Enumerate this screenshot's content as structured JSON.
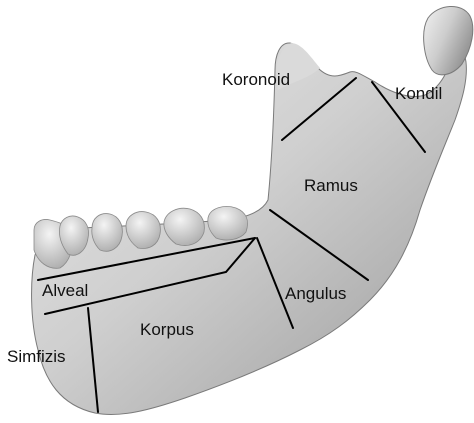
{
  "labels": {
    "koronoid": "Koronoid",
    "kondil": "Kondil",
    "ramus": "Ramus",
    "alveal": "Alveal",
    "angulus": "Angulus",
    "korpus": "Korpus",
    "simfizis": "Simfizis"
  },
  "colors": {
    "bone_light": "#e6e6e6",
    "bone_mid": "#bdbdbd",
    "bone_dark": "#8c8c8c",
    "line": "#000000",
    "text": "#111111"
  }
}
